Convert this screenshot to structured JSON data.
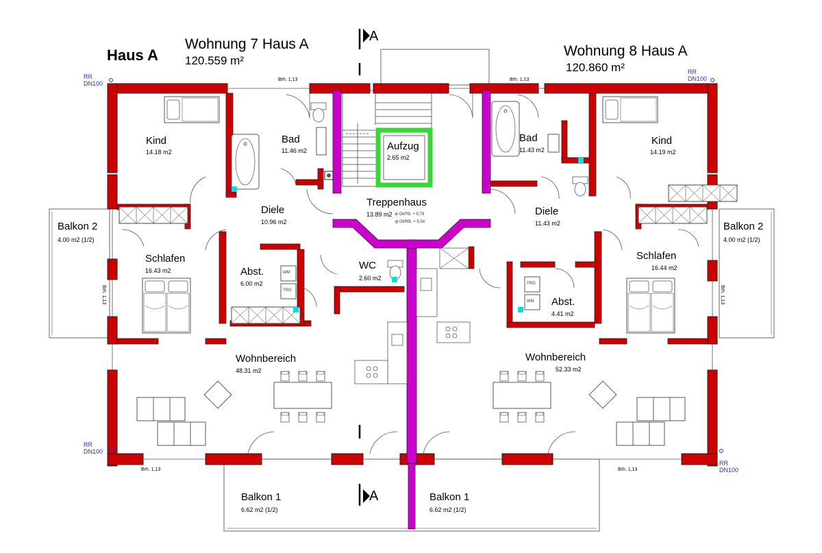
{
  "haus": "Haus A",
  "unit7": {
    "name": "Wohnung 7 Haus A",
    "area": "120.559 m²"
  },
  "unit8": {
    "name": "Wohnung 8 Haus A",
    "area": "120.860 m²"
  },
  "section": "A",
  "rooms": {
    "kind_l": {
      "name": "Kind",
      "area": "14.18 m2"
    },
    "bad_l": {
      "name": "Bad",
      "area": "11.46 m2"
    },
    "aufzug": {
      "name": "Aufzug",
      "area": "2.65 m2"
    },
    "bad_r": {
      "name": "Bad",
      "area": "11.43 m2"
    },
    "kind_r": {
      "name": "Kind",
      "area": "14.19 m2"
    },
    "diele_l": {
      "name": "Diele",
      "area": "10.96 m2"
    },
    "treppenhaus": {
      "name": "Treppenhaus",
      "area": "13.89 m2",
      "okffb": "OkFfb. + 5,79",
      "okrfb": "OkRfb. + 5,54"
    },
    "diele_r": {
      "name": "Diele",
      "area": "11.43 m2"
    },
    "balkon2_l": {
      "name": "Balkon 2",
      "area": "4.00 m2   (1/2)"
    },
    "balkon2_r": {
      "name": "Balkon 2",
      "area": "4.00 m2   (1/2)"
    },
    "schlafen_l": {
      "name": "Schlafen",
      "area": "16.43 m2"
    },
    "abst_l": {
      "name": "Abst.",
      "area": "6.00 m2"
    },
    "wc": {
      "name": "WC",
      "area": "2.60 m2"
    },
    "abst_r": {
      "name": "Abst.",
      "area": "4.41 m2"
    },
    "schlafen_r": {
      "name": "Schlafen",
      "area": "16.44 m2"
    },
    "wohn_l": {
      "name": "Wohnbereich",
      "area": "48.31 m2"
    },
    "wohn_r": {
      "name": "Wohnbereich",
      "area": "52.33 m2"
    },
    "balkon1_l": {
      "name": "Balkon 1",
      "area": "6.62 m2   (1/2)"
    },
    "balkon1_r": {
      "name": "Balkon 1",
      "area": "6.62 m2   (1/2)"
    }
  },
  "rr": {
    "l1": "RR",
    "l2": "DN100"
  },
  "brh": "Brh. 1,13",
  "appliances": {
    "wm": "WM",
    "tro": "TRO"
  }
}
